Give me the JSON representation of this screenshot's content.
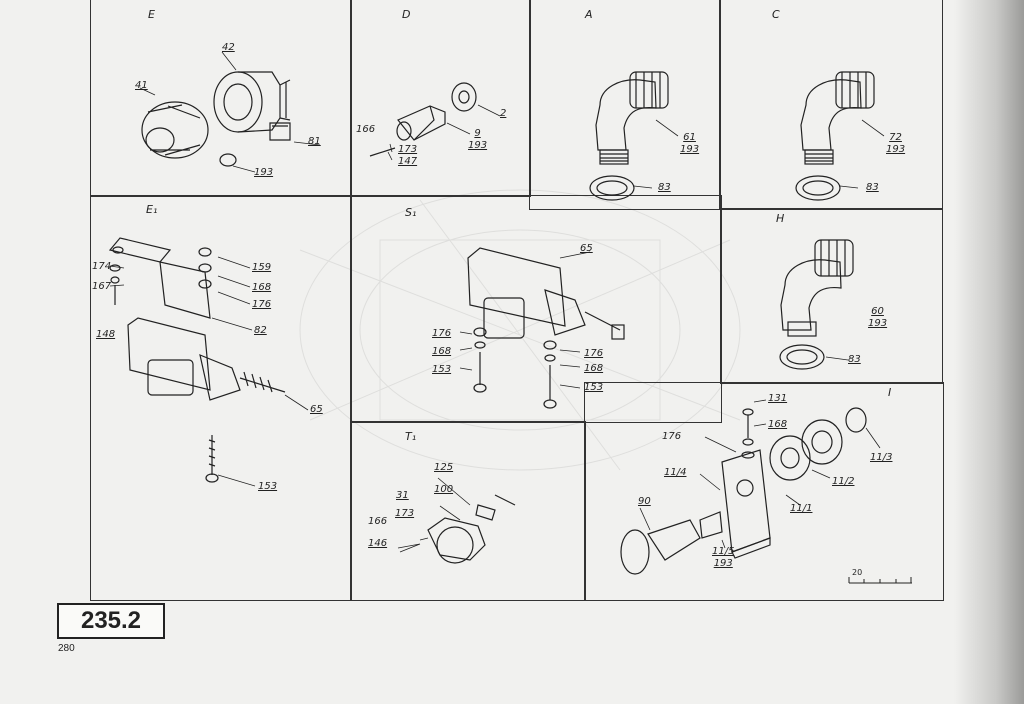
{
  "panels": {
    "E": {
      "label": "E",
      "callouts": {
        "a": "41",
        "b": "42",
        "c": "81",
        "d": "193"
      }
    },
    "D": {
      "label": "D",
      "callouts": {
        "a": "2",
        "b": "166",
        "c": "9",
        "d": "193",
        "e": "173",
        "f": "147"
      }
    },
    "A": {
      "label": "A",
      "callouts": {
        "a": "61",
        "b": "193",
        "c": "83"
      }
    },
    "C": {
      "label": "C",
      "callouts": {
        "a": "72",
        "b": "193",
        "c": "83"
      }
    },
    "E1": {
      "label": "E₁",
      "callouts": {
        "a": "174",
        "b": "167",
        "c": "148",
        "d": "159",
        "e": "168",
        "f": "176",
        "g": "82",
        "h": "65",
        "i": "153"
      }
    },
    "S1": {
      "label": "S₁",
      "callouts": {
        "a": "65",
        "b": "176",
        "c": "168",
        "d": "153",
        "e": "176",
        "f": "168",
        "g": "153"
      }
    },
    "H": {
      "label": "H",
      "callouts": {
        "a": "60",
        "b": "193",
        "c": "83"
      }
    },
    "T1": {
      "label": "T₁",
      "callouts": {
        "a": "125",
        "b": "100",
        "c": "31",
        "d": "173",
        "e": "166",
        "f": "146"
      }
    },
    "I": {
      "label": "I",
      "callouts": {
        "a": "131",
        "b": "168",
        "c": "176",
        "d": "11/4",
        "e": "11/3",
        "f": "11/2",
        "g": "11/1",
        "h": "90",
        "i": "11/5",
        "j": "193"
      }
    }
  },
  "footer": {
    "page_box": "235.2",
    "page_number": "280"
  },
  "scale": {
    "label": "20"
  }
}
